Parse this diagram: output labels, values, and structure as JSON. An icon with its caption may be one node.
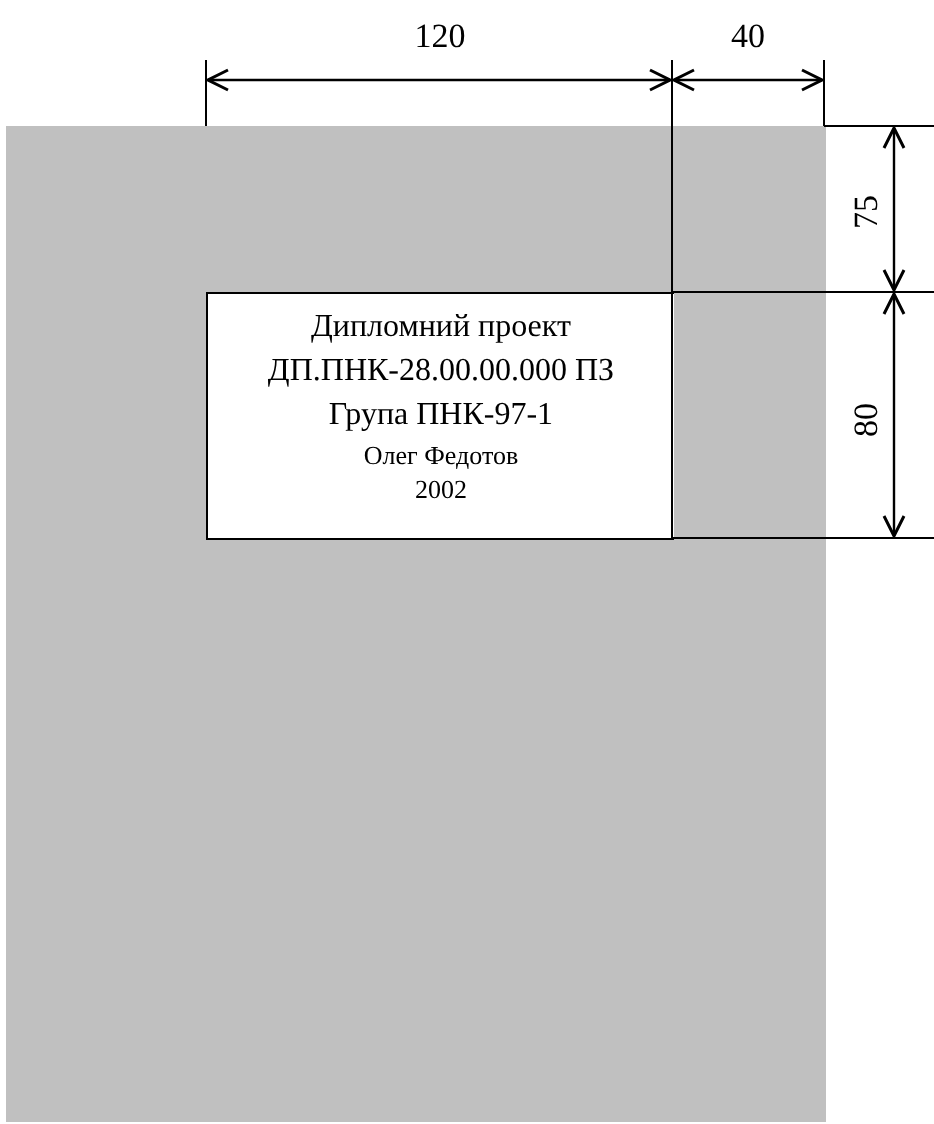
{
  "diagram": {
    "nodes": [
      {
        "text": [],
        "shape": "box"
      },
      {
        "text": [
          "Дипломний проект",
          "ДП.ПНК-28.00.00.000 ПЗ",
          "Група ПНК-97-1",
          "Олег Федотов",
          "2002"
        ],
        "in": 0
      }
    ],
    "labels": [
      "120",
      "40",
      "75",
      "80"
    ]
  }
}
